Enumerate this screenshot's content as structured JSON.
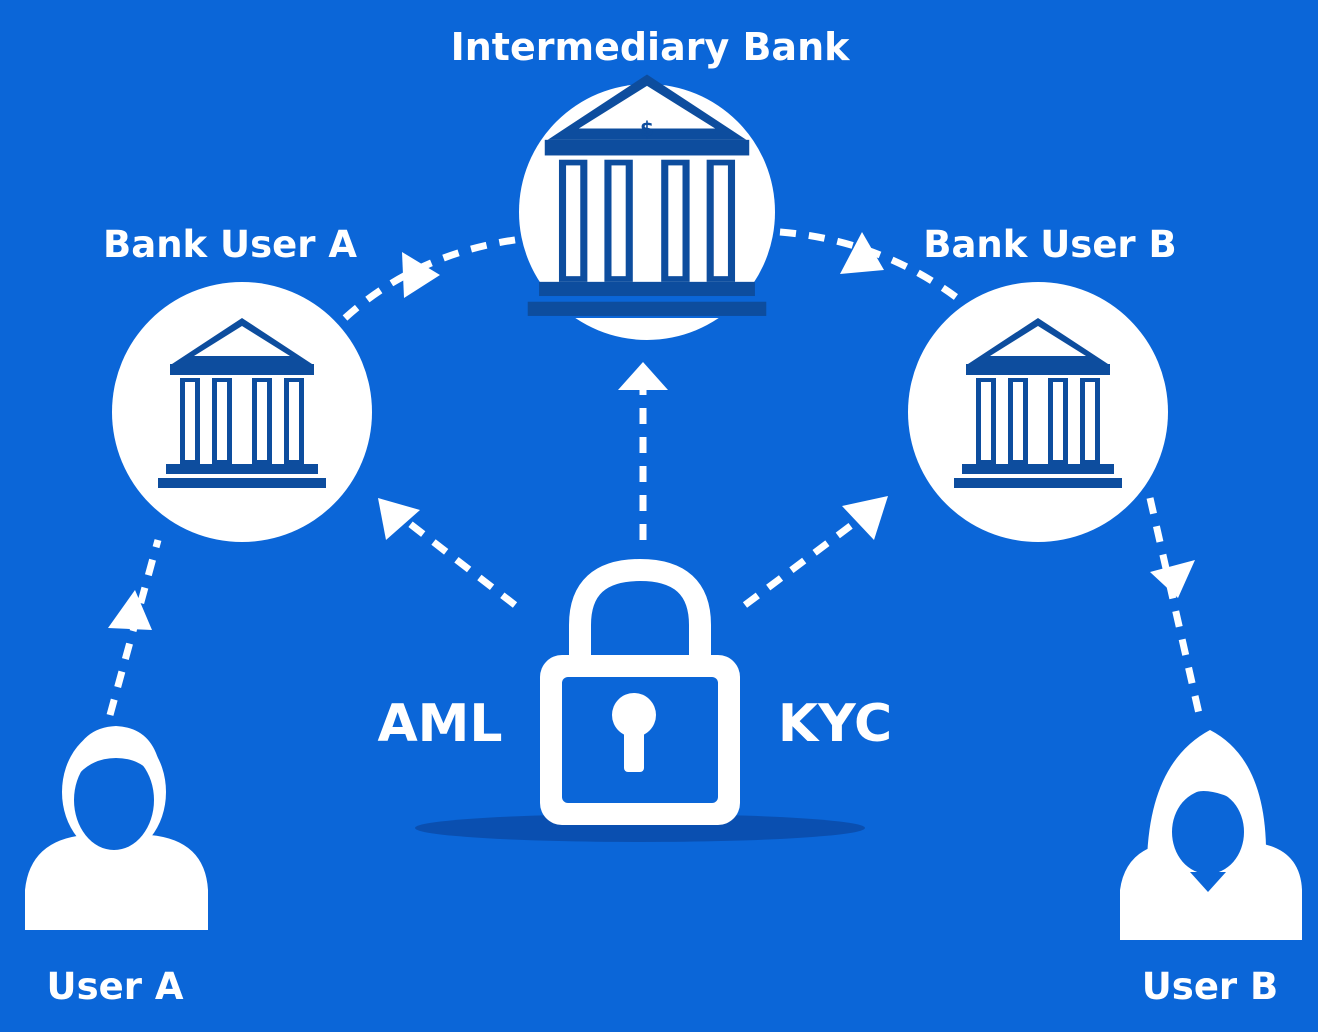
{
  "colors": {
    "background": "#0b66d8",
    "foreground": "#ffffff",
    "bank_icon": "#0d4d9e",
    "shadow": "#0a4fb0"
  },
  "labels": {
    "intermediary_bank": "Intermediary Bank",
    "bank_user_a": "Bank User A",
    "bank_user_b": "Bank User B",
    "aml": "AML",
    "kyc": "KYC",
    "user_a": "User A",
    "user_b": "User B"
  },
  "bank_symbol": "$",
  "icons": [
    "bank-icon",
    "user-male-icon",
    "user-female-icon",
    "padlock-icon"
  ]
}
